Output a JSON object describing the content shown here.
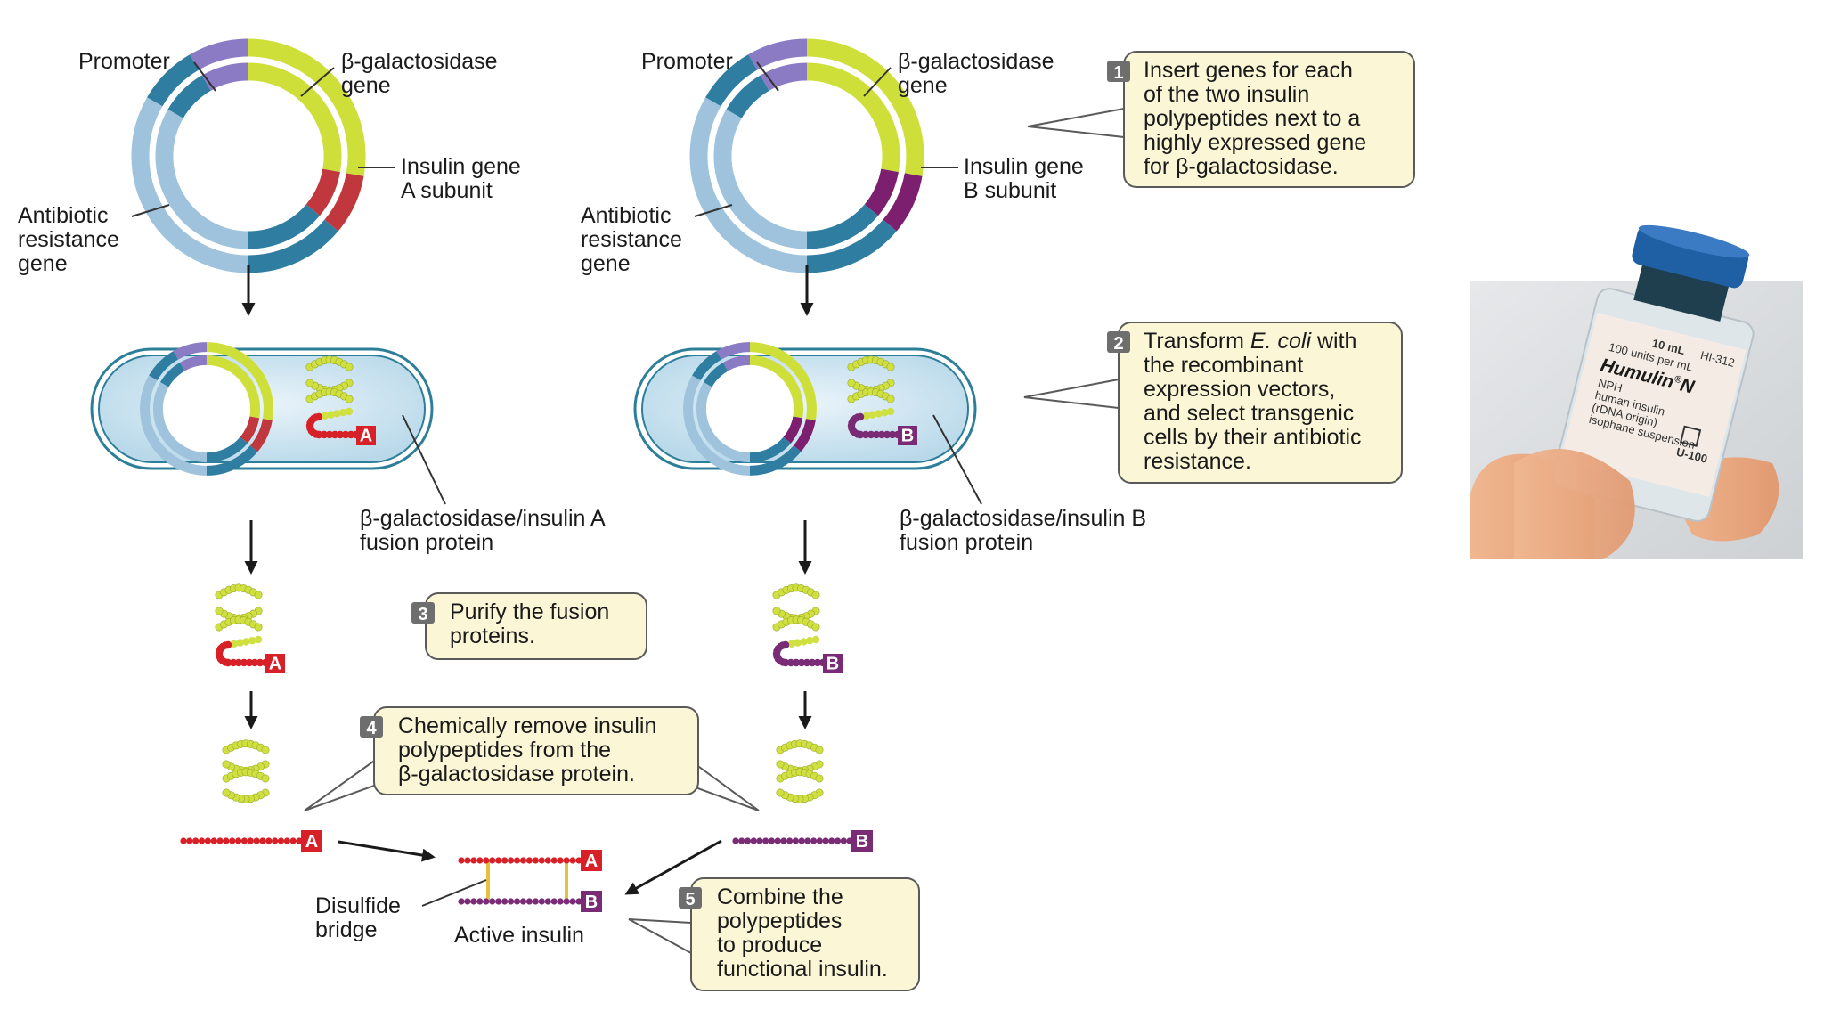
{
  "labels": {
    "promoter": "Promoter",
    "bgal_gene_1": "β-galactosidase",
    "bgal_gene_2": "gene",
    "insulin_a_1": "Insulin gene",
    "insulin_a_2": "A subunit",
    "insulin_b_1": "Insulin gene",
    "insulin_b_2": "B subunit",
    "antibiotic_1": "Antibiotic",
    "antibiotic_2": "resistance",
    "antibiotic_3": "gene",
    "fusion_a_1": "β-galactosidase/insulin A",
    "fusion_a_2": "fusion protein",
    "fusion_b_1": "β-galactosidase/insulin B",
    "fusion_b_2": "fusion protein",
    "disulfide_1": "Disulfide",
    "disulfide_2": "bridge",
    "active_insulin": "Active insulin",
    "tag_a": "A",
    "tag_b": "B"
  },
  "steps": [
    {
      "num": "1",
      "lines": [
        "Insert genes for each",
        "of the two insulin",
        "polypeptides next to a",
        "highly expressed gene",
        "for β-galactosidase."
      ]
    },
    {
      "num": "2",
      "lines_pre": "Transform ",
      "lines_em": "E. coli",
      "lines_post": " with",
      "lines": [
        "the recombinant",
        "expression vectors,",
        "and select transgenic",
        "cells by their antibiotic",
        "resistance."
      ]
    },
    {
      "num": "3",
      "lines": [
        "Purify the fusion",
        "proteins."
      ]
    },
    {
      "num": "4",
      "lines": [
        "Chemically remove insulin",
        "polypeptides from the",
        "β-galactosidase protein."
      ]
    },
    {
      "num": "5",
      "lines": [
        "Combine the",
        "polypeptides",
        "to produce",
        "functional insulin."
      ]
    }
  ],
  "vial": {
    "volume": "10 mL",
    "code": "HI-312",
    "units": "100 units per mL",
    "brand": "Humulin",
    "reg": "®",
    "letter": "N",
    "line1": "NPH",
    "line2": "human insulin",
    "line3": "(rDNA origin)",
    "line4": "isophane suspension",
    "strength": "U-100"
  },
  "colors": {
    "promoter": "#8a7bc4",
    "bgal": "#cfdf3a",
    "insulin_a": "#c0383e",
    "insulin_b": "#7c1f6e",
    "backbone": "#2f7ea2",
    "antibiotic": "#9fc3dc",
    "chain_a": "#d72027",
    "chain_b": "#7a2b76",
    "bead_yellow": "#cfe040",
    "cell_fill": "#cfe5f1",
    "cell_stroke": "#2d7f99",
    "bridge": "#e8c13a"
  }
}
